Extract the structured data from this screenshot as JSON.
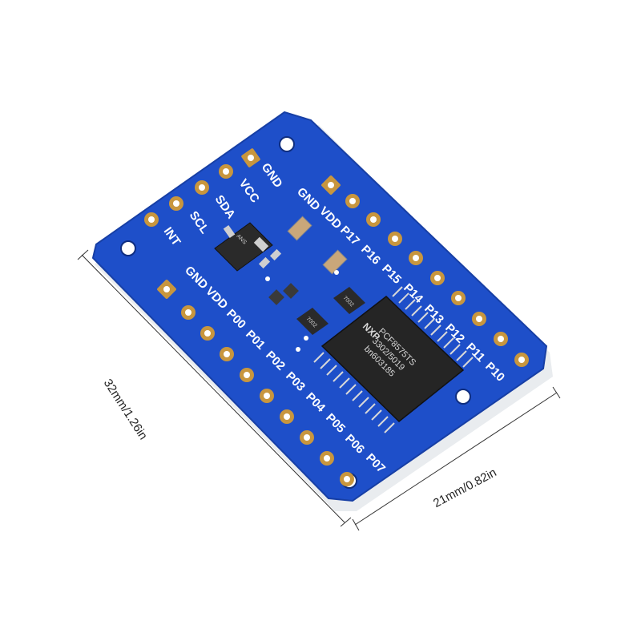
{
  "dimensions": {
    "length": "32mm/1.26in",
    "width": "21mm/0.82in"
  },
  "board": {
    "color": "#1e4fc9",
    "pad_color": "#c8963e",
    "top_pins": [
      "GND",
      "VCC",
      "SDA",
      "SCL",
      "INT"
    ],
    "left_pins": [
      "GND",
      "VDD",
      "P00",
      "P01",
      "P02",
      "P03",
      "P04",
      "P05",
      "P06",
      "P07"
    ],
    "right_pins": [
      "GND",
      "VDD",
      "P17",
      "P16",
      "P15",
      "P14",
      "P13",
      "P12",
      "P11",
      "P10"
    ],
    "chip": {
      "brand": "NXP",
      "line1": "PCF8575TS",
      "line2": "3302/5019",
      "line3": "bn603185"
    },
    "small_parts": [
      "7002",
      "7002",
      "ANS"
    ]
  }
}
